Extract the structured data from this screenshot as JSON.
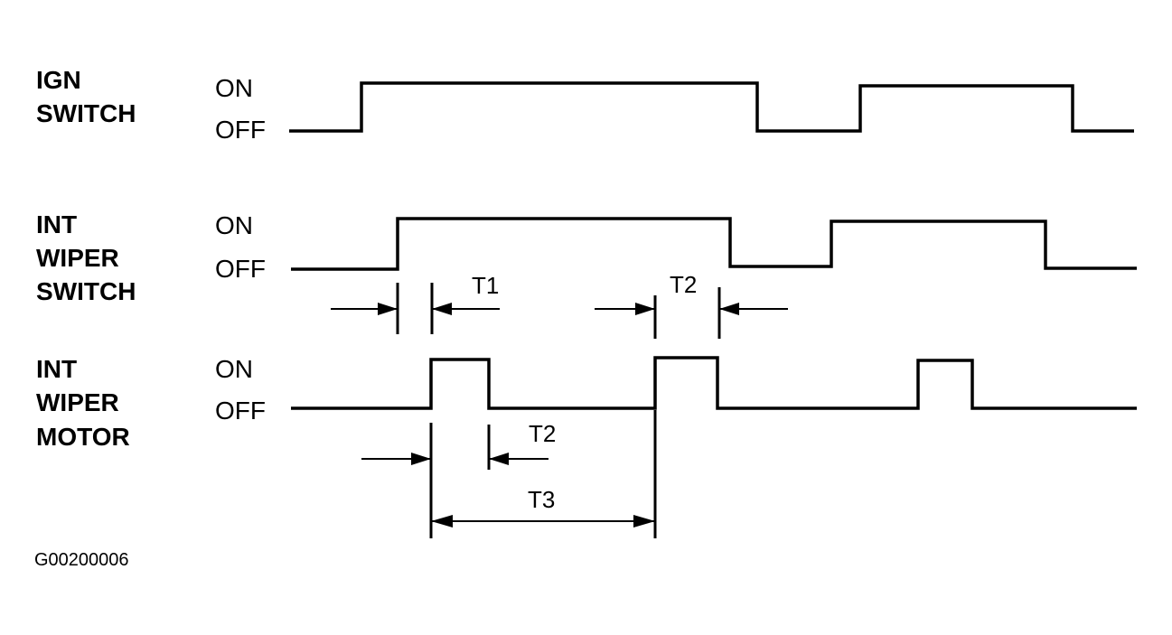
{
  "signals": [
    {
      "id": "ign",
      "label_lines": [
        "IGN",
        "SWITCH"
      ],
      "on_label": "ON",
      "off_label": "OFF"
    },
    {
      "id": "sw",
      "label_lines": [
        "INT",
        "WIPER",
        "SWITCH"
      ],
      "on_label": "ON",
      "off_label": "OFF"
    },
    {
      "id": "motor",
      "label_lines": [
        "INT",
        "WIPER",
        "MOTOR"
      ],
      "on_label": "ON",
      "off_label": "OFF"
    }
  ],
  "timing_labels": {
    "t1": "T1",
    "t2_switch": "T2",
    "t2_motor": "T2",
    "t3": "T3"
  },
  "figure_id": "G00200006",
  "colors": {
    "ink": "#000000",
    "background": "#ffffff"
  }
}
